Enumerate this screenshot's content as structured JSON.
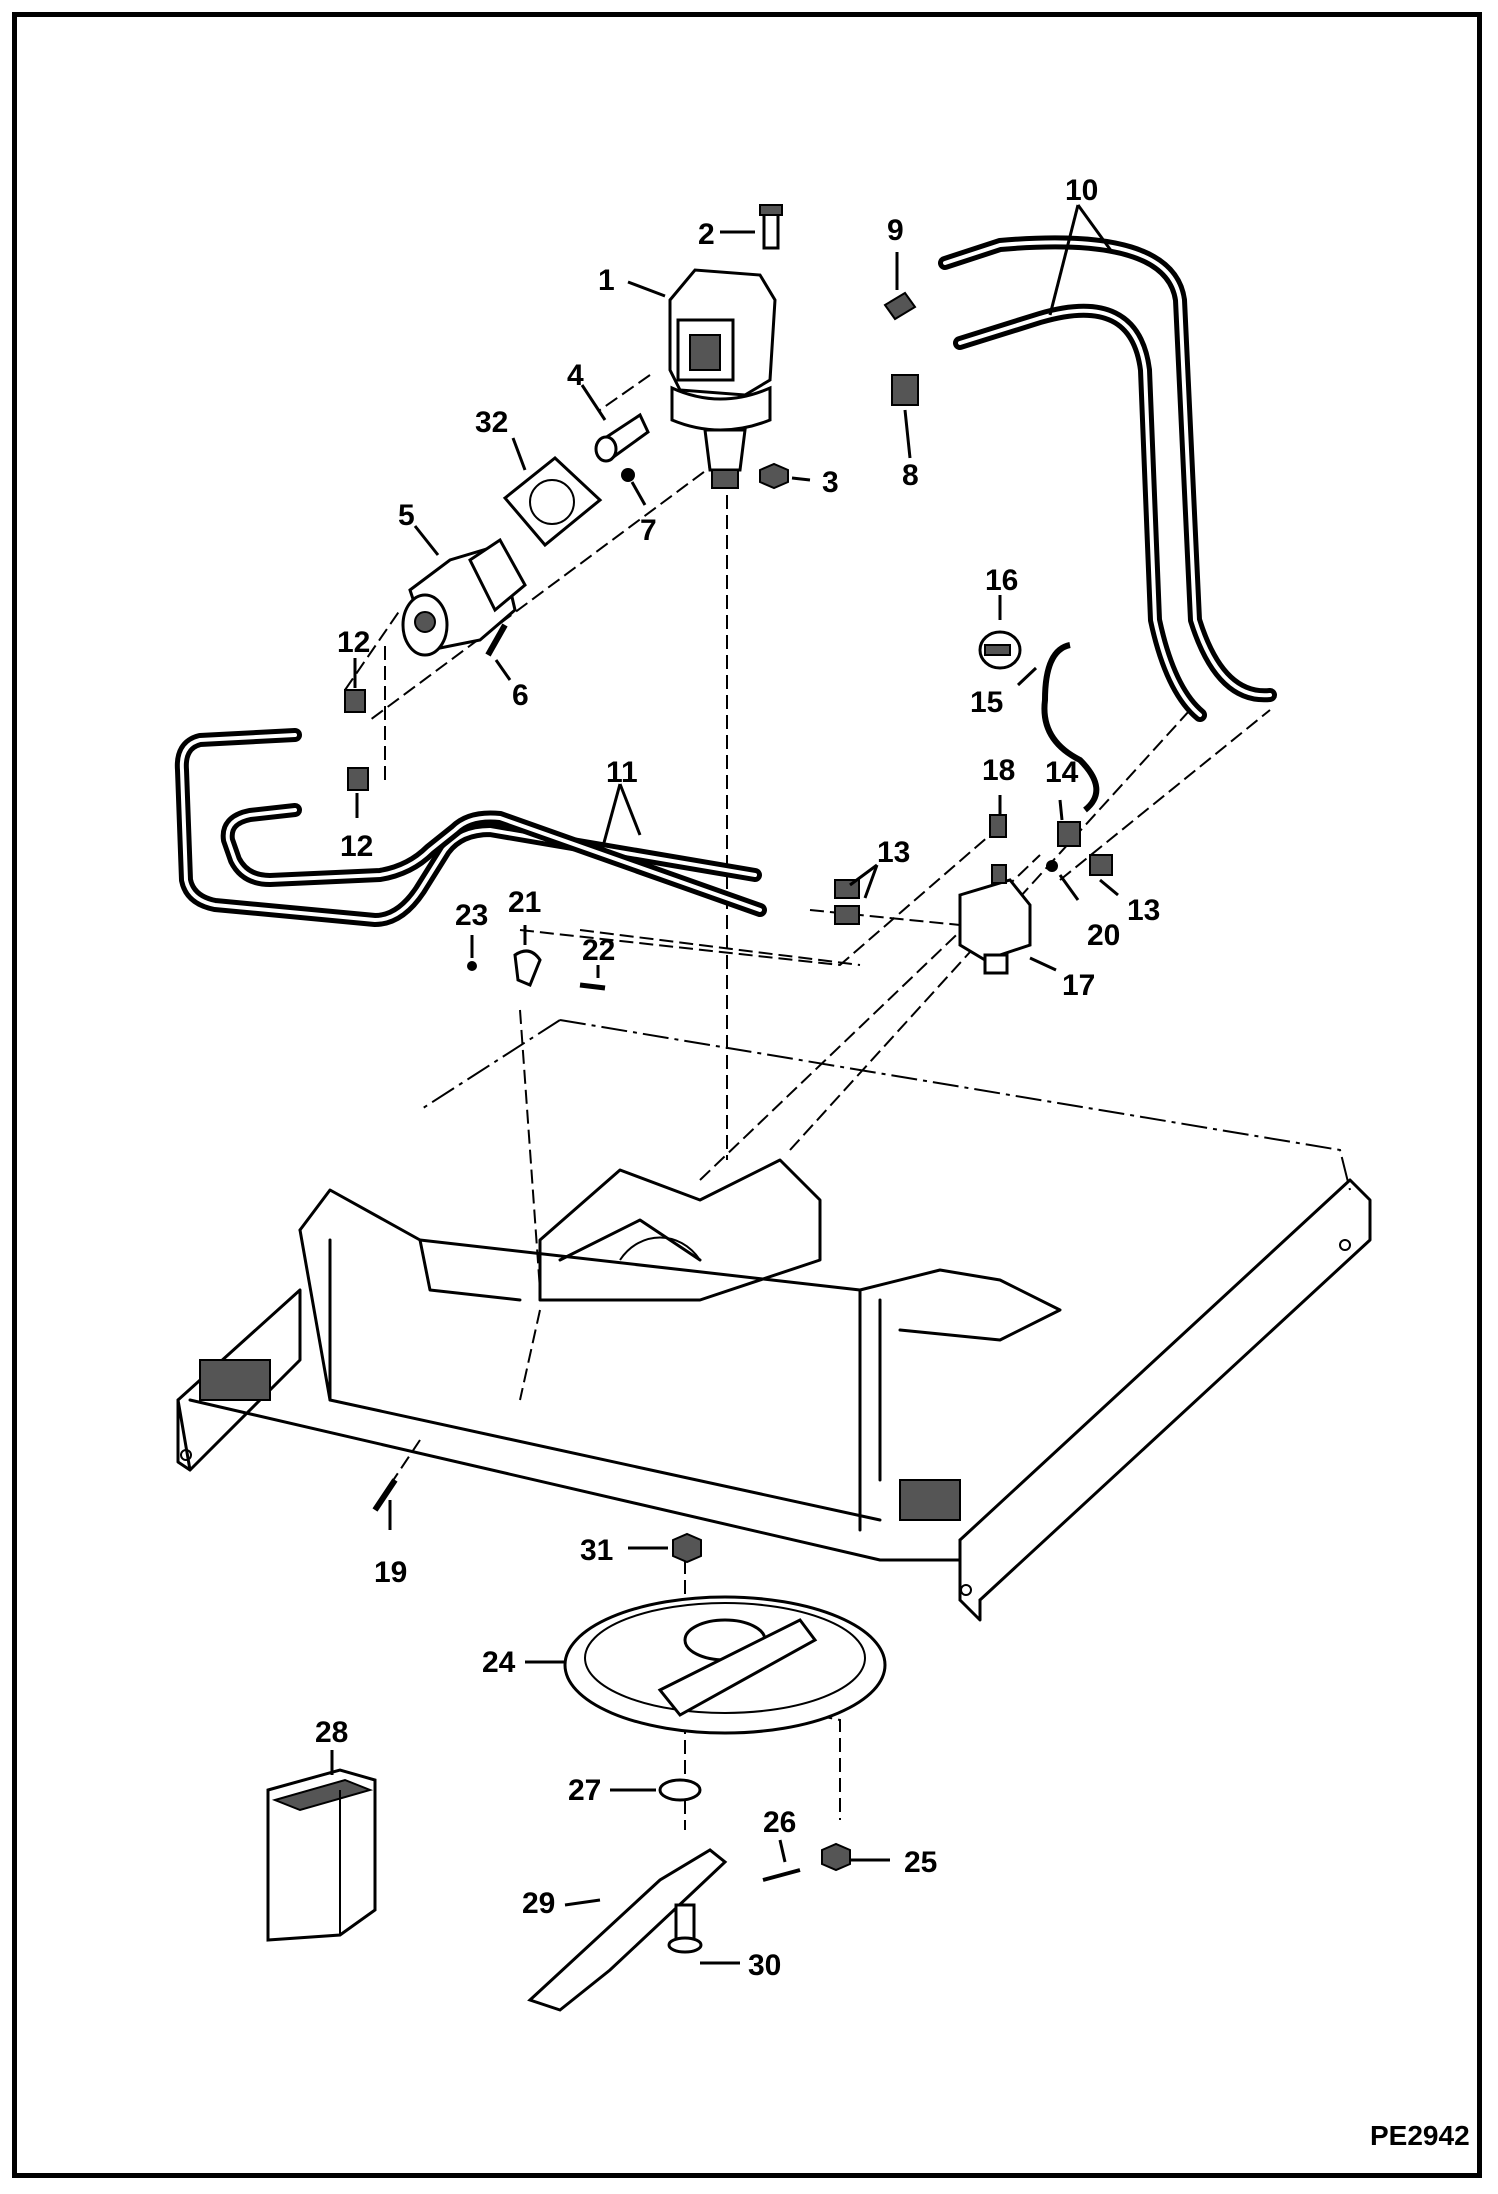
{
  "document_id": "PE2942",
  "callouts": {
    "c1": "1",
    "c2": "2",
    "c3": "3",
    "c4": "4",
    "c5": "5",
    "c6": "6",
    "c7": "7",
    "c8": "8",
    "c9": "9",
    "c10": "10",
    "c11": "11",
    "c12a": "12",
    "c12b": "12",
    "c13a": "13",
    "c13b": "13",
    "c14": "14",
    "c15": "15",
    "c16": "16",
    "c17": "17",
    "c18": "18",
    "c19": "19",
    "c20": "20",
    "c21": "21",
    "c22": "22",
    "c23": "23",
    "c24": "24",
    "c25": "25",
    "c26": "26",
    "c27": "27",
    "c28": "28",
    "c29": "29",
    "c30": "30",
    "c31": "31",
    "c32": "32"
  }
}
